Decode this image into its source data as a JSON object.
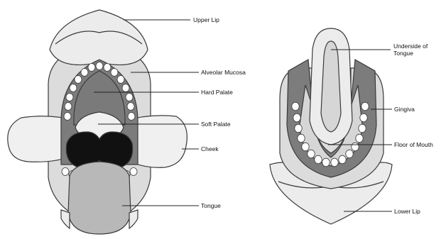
{
  "labels": {
    "upper_lip": "Upper Lip",
    "alveolar_mucosa": "Alveolar Mucosa",
    "hard_palate": "Hard Palate",
    "soft_palate": "Soft Palate",
    "cheek": "Cheek",
    "tongue": "Tongue",
    "underside_of_tongue": "Underside of Tongue",
    "gingiva": "Gingiva",
    "floor_of_mouth": "Floor of Mouth",
    "lower_lip": "Lower Lip"
  },
  "colors": {
    "outline": "#3a3a3a",
    "lip": "#ececec",
    "mucosa": "#dcdcdc",
    "gingiva": "#7c7c7c",
    "palate": "#7a7a7a",
    "tooth": "#ffffff",
    "throat": "#111111",
    "tongue": "#b8b8b8",
    "cheek": "#f0f0f0",
    "floor": "#d6d6d6"
  }
}
